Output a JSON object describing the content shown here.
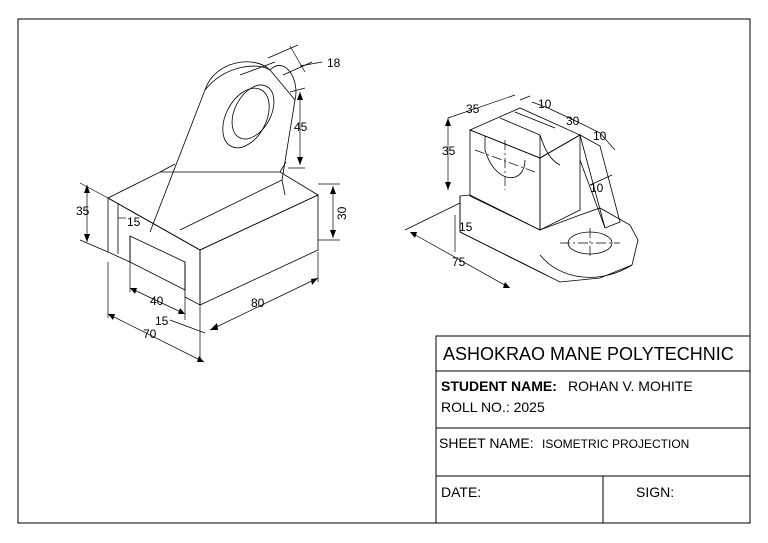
{
  "left_view": {
    "dims": {
      "d18": "18",
      "d45": "45",
      "d35": "35",
      "d15a": "15",
      "d30": "30",
      "d40": "40",
      "d80": "80",
      "d15b": "15",
      "d70": "70"
    }
  },
  "right_view": {
    "dims": {
      "d35a": "35",
      "d10a": "10",
      "d30": "30",
      "d10b": "10",
      "d35b": "35",
      "d10c": "10",
      "d15": "15",
      "d75": "75"
    }
  },
  "title_block": {
    "institute": "ASHOKRAO MANE POLYTECHNIC",
    "student_label": "STUDENT NAME:",
    "student_name": "ROHAN V. MOHITE",
    "roll": "ROLL NO.: 2025",
    "sheet_label": "SHEET NAME:",
    "sheet_name": "ISOMETRIC PROJECTION",
    "date_label": "DATE:",
    "sign_label": "SIGN:"
  }
}
